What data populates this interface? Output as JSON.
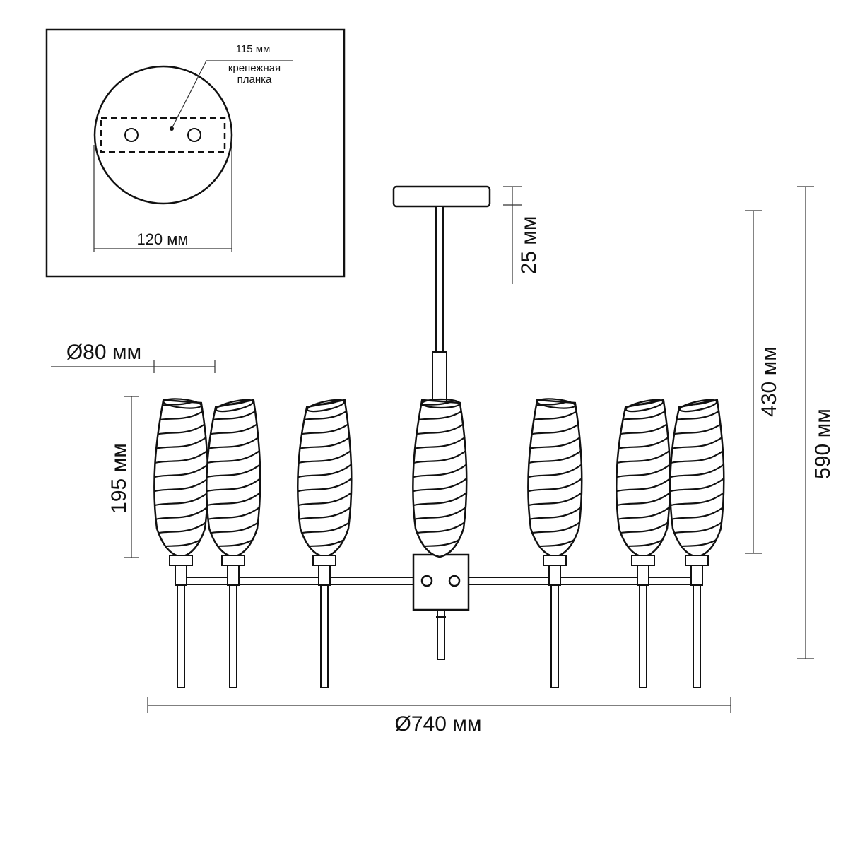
{
  "mount_detail": {
    "label_115": "115 мм",
    "label_plate_line1": "крепежная",
    "label_plate_line2": "планка",
    "label_120": "120 мм"
  },
  "dimensions": {
    "stem": "25 мм",
    "shade_diameter": "Ø80 мм",
    "shade_height": "195 мм",
    "body_height": "430 мм",
    "total_height": "590 мм",
    "total_diameter": "Ø740 мм"
  },
  "colors": {
    "ink": "#111111",
    "background": "#ffffff"
  }
}
